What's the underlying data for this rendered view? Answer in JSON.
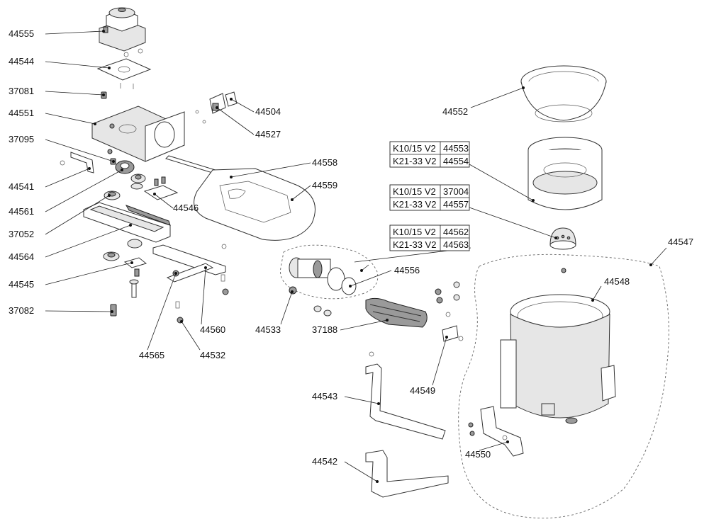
{
  "labels": {
    "l44555": "44555",
    "l44544": "44544",
    "l37081": "37081",
    "l44551": "44551",
    "l37095": "37095",
    "l44541": "44541",
    "l44561": "44561",
    "l37052": "37052",
    "l44564": "44564",
    "l44545": "44545",
    "l37082": "37082",
    "l44504": "44504",
    "l44527": "44527",
    "l44558": "44558",
    "l44559": "44559",
    "l44546": "44546",
    "l44560": "44560",
    "l44565": "44565",
    "l44532": "44532",
    "l44533": "44533",
    "l44556": "44556",
    "l37188": "37188",
    "l44543": "44543",
    "l44549": "44549",
    "l44542": "44542",
    "l44552": "44552",
    "l44547": "44547",
    "l44548": "44548",
    "l44550": "44550"
  },
  "variant_tables": [
    {
      "rows": [
        {
          "model": "K10/15 V2",
          "part": "44553"
        },
        {
          "model": "K21-33 V2",
          "part": "44554"
        }
      ]
    },
    {
      "rows": [
        {
          "model": "K10/15 V2",
          "part": "37004"
        },
        {
          "model": "K21-33 V2",
          "part": "44557"
        }
      ]
    },
    {
      "rows": [
        {
          "model": "K10/15 V2",
          "part": "44562"
        },
        {
          "model": "K21-33 V2",
          "part": "44563"
        }
      ]
    }
  ]
}
